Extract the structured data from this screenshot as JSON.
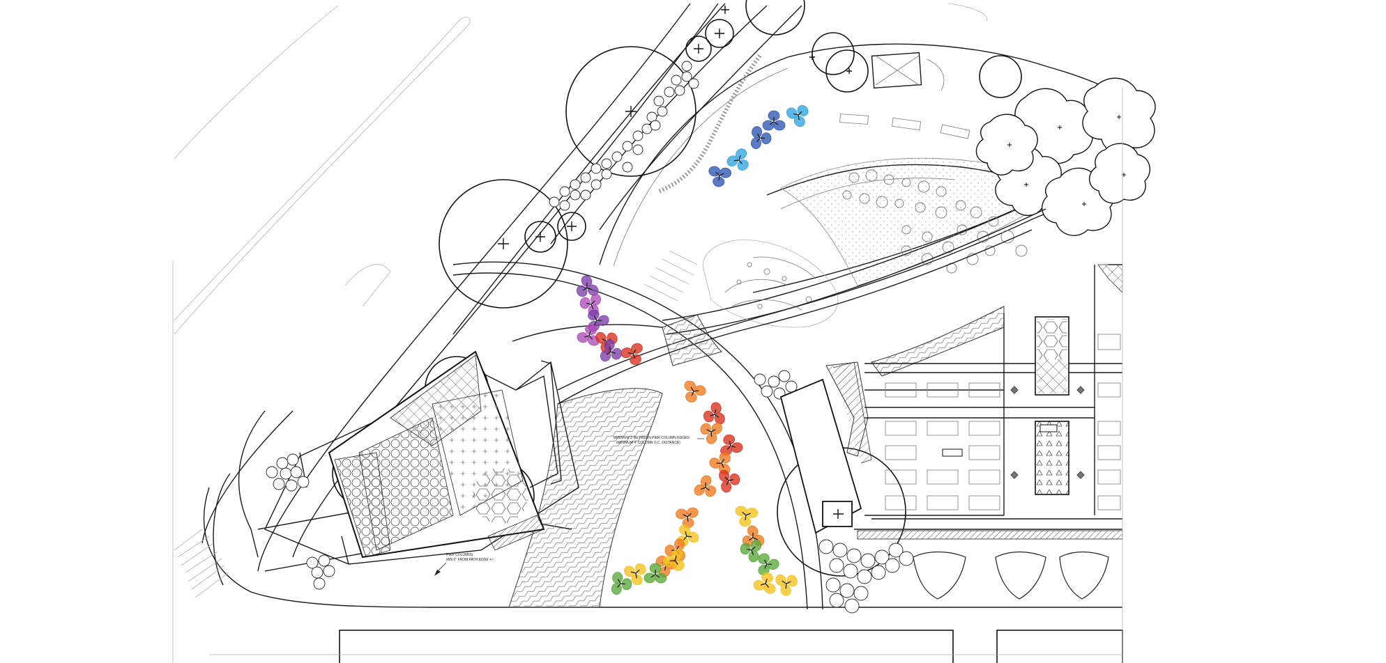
{
  "annotations": {
    "spacing_note_line1": "MINIMUM 3' BETWEEN PIER COLUMN EDGES",
    "spacing_note_line2": "(MINIMUM 4' COLUMN O.C. DISTANCE)",
    "pier_note_line1": "PIER COLUMNS",
    "pier_note_line2": "MIN 6\" FROM PATH EDGE +/-"
  },
  "plant_colors": {
    "blue": "#2f56b5",
    "light_blue": "#2fa4e0",
    "purple": "#7b3fa8",
    "magenta": "#b04bb8",
    "red": "#d9301e",
    "orange": "#ef7a1f",
    "yellow": "#f5c21b",
    "green": "#5aa83a"
  },
  "plant_clusters": [
    {
      "color": "blue"
    },
    {
      "color": "light_blue"
    },
    {
      "color": "blue"
    },
    {
      "color": "light_blue"
    },
    {
      "color": "blue"
    },
    {
      "color": "purple"
    },
    {
      "color": "magenta"
    },
    {
      "color": "purple"
    },
    {
      "color": "magenta"
    },
    {
      "color": "red"
    },
    {
      "color": "purple"
    },
    {
      "color": "red"
    },
    {
      "color": "orange"
    },
    {
      "color": "red"
    },
    {
      "color": "orange"
    },
    {
      "color": "red"
    },
    {
      "color": "orange"
    },
    {
      "color": "red"
    },
    {
      "color": "orange"
    },
    {
      "color": "orange"
    },
    {
      "color": "yellow"
    },
    {
      "color": "orange"
    },
    {
      "color": "orange"
    },
    {
      "color": "green"
    },
    {
      "color": "yellow"
    },
    {
      "color": "green"
    },
    {
      "color": "yellow"
    },
    {
      "color": "yellow"
    },
    {
      "color": "orange"
    },
    {
      "color": "green"
    },
    {
      "color": "green"
    },
    {
      "color": "yellow"
    },
    {
      "color": "yellow"
    }
  ]
}
